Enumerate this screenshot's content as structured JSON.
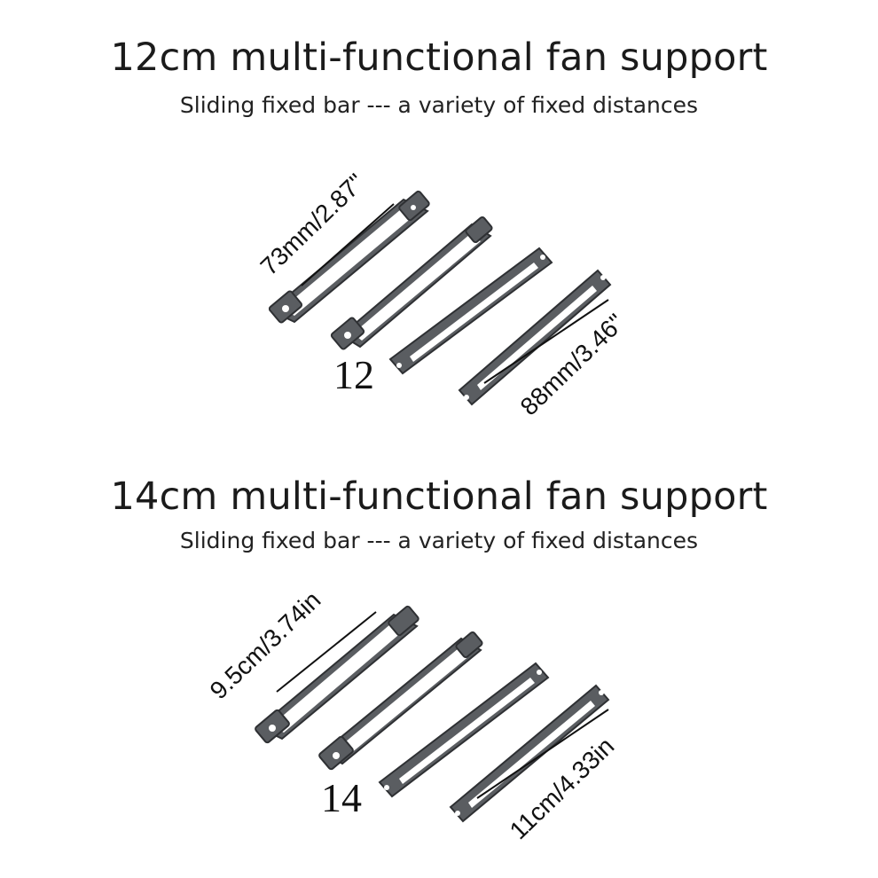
{
  "top": {
    "title": "12cm multi-functional fan support",
    "subtitle": "Sliding fixed bar --- a variety of fixed distances",
    "size_label": "12",
    "dim_short": "73mm/2.87\"",
    "dim_long": "88mm/3.46\""
  },
  "bottom": {
    "title": "14cm multi-functional fan support",
    "subtitle": "Sliding fixed bar --- a variety of fixed distances",
    "size_label": "14",
    "dim_short": "9.5cm/3.74in",
    "dim_long": "11cm/4.33in"
  },
  "colors": {
    "bracket": "#5a5d61",
    "bracket_edge": "#2e3033",
    "slot": "#ffffff"
  }
}
